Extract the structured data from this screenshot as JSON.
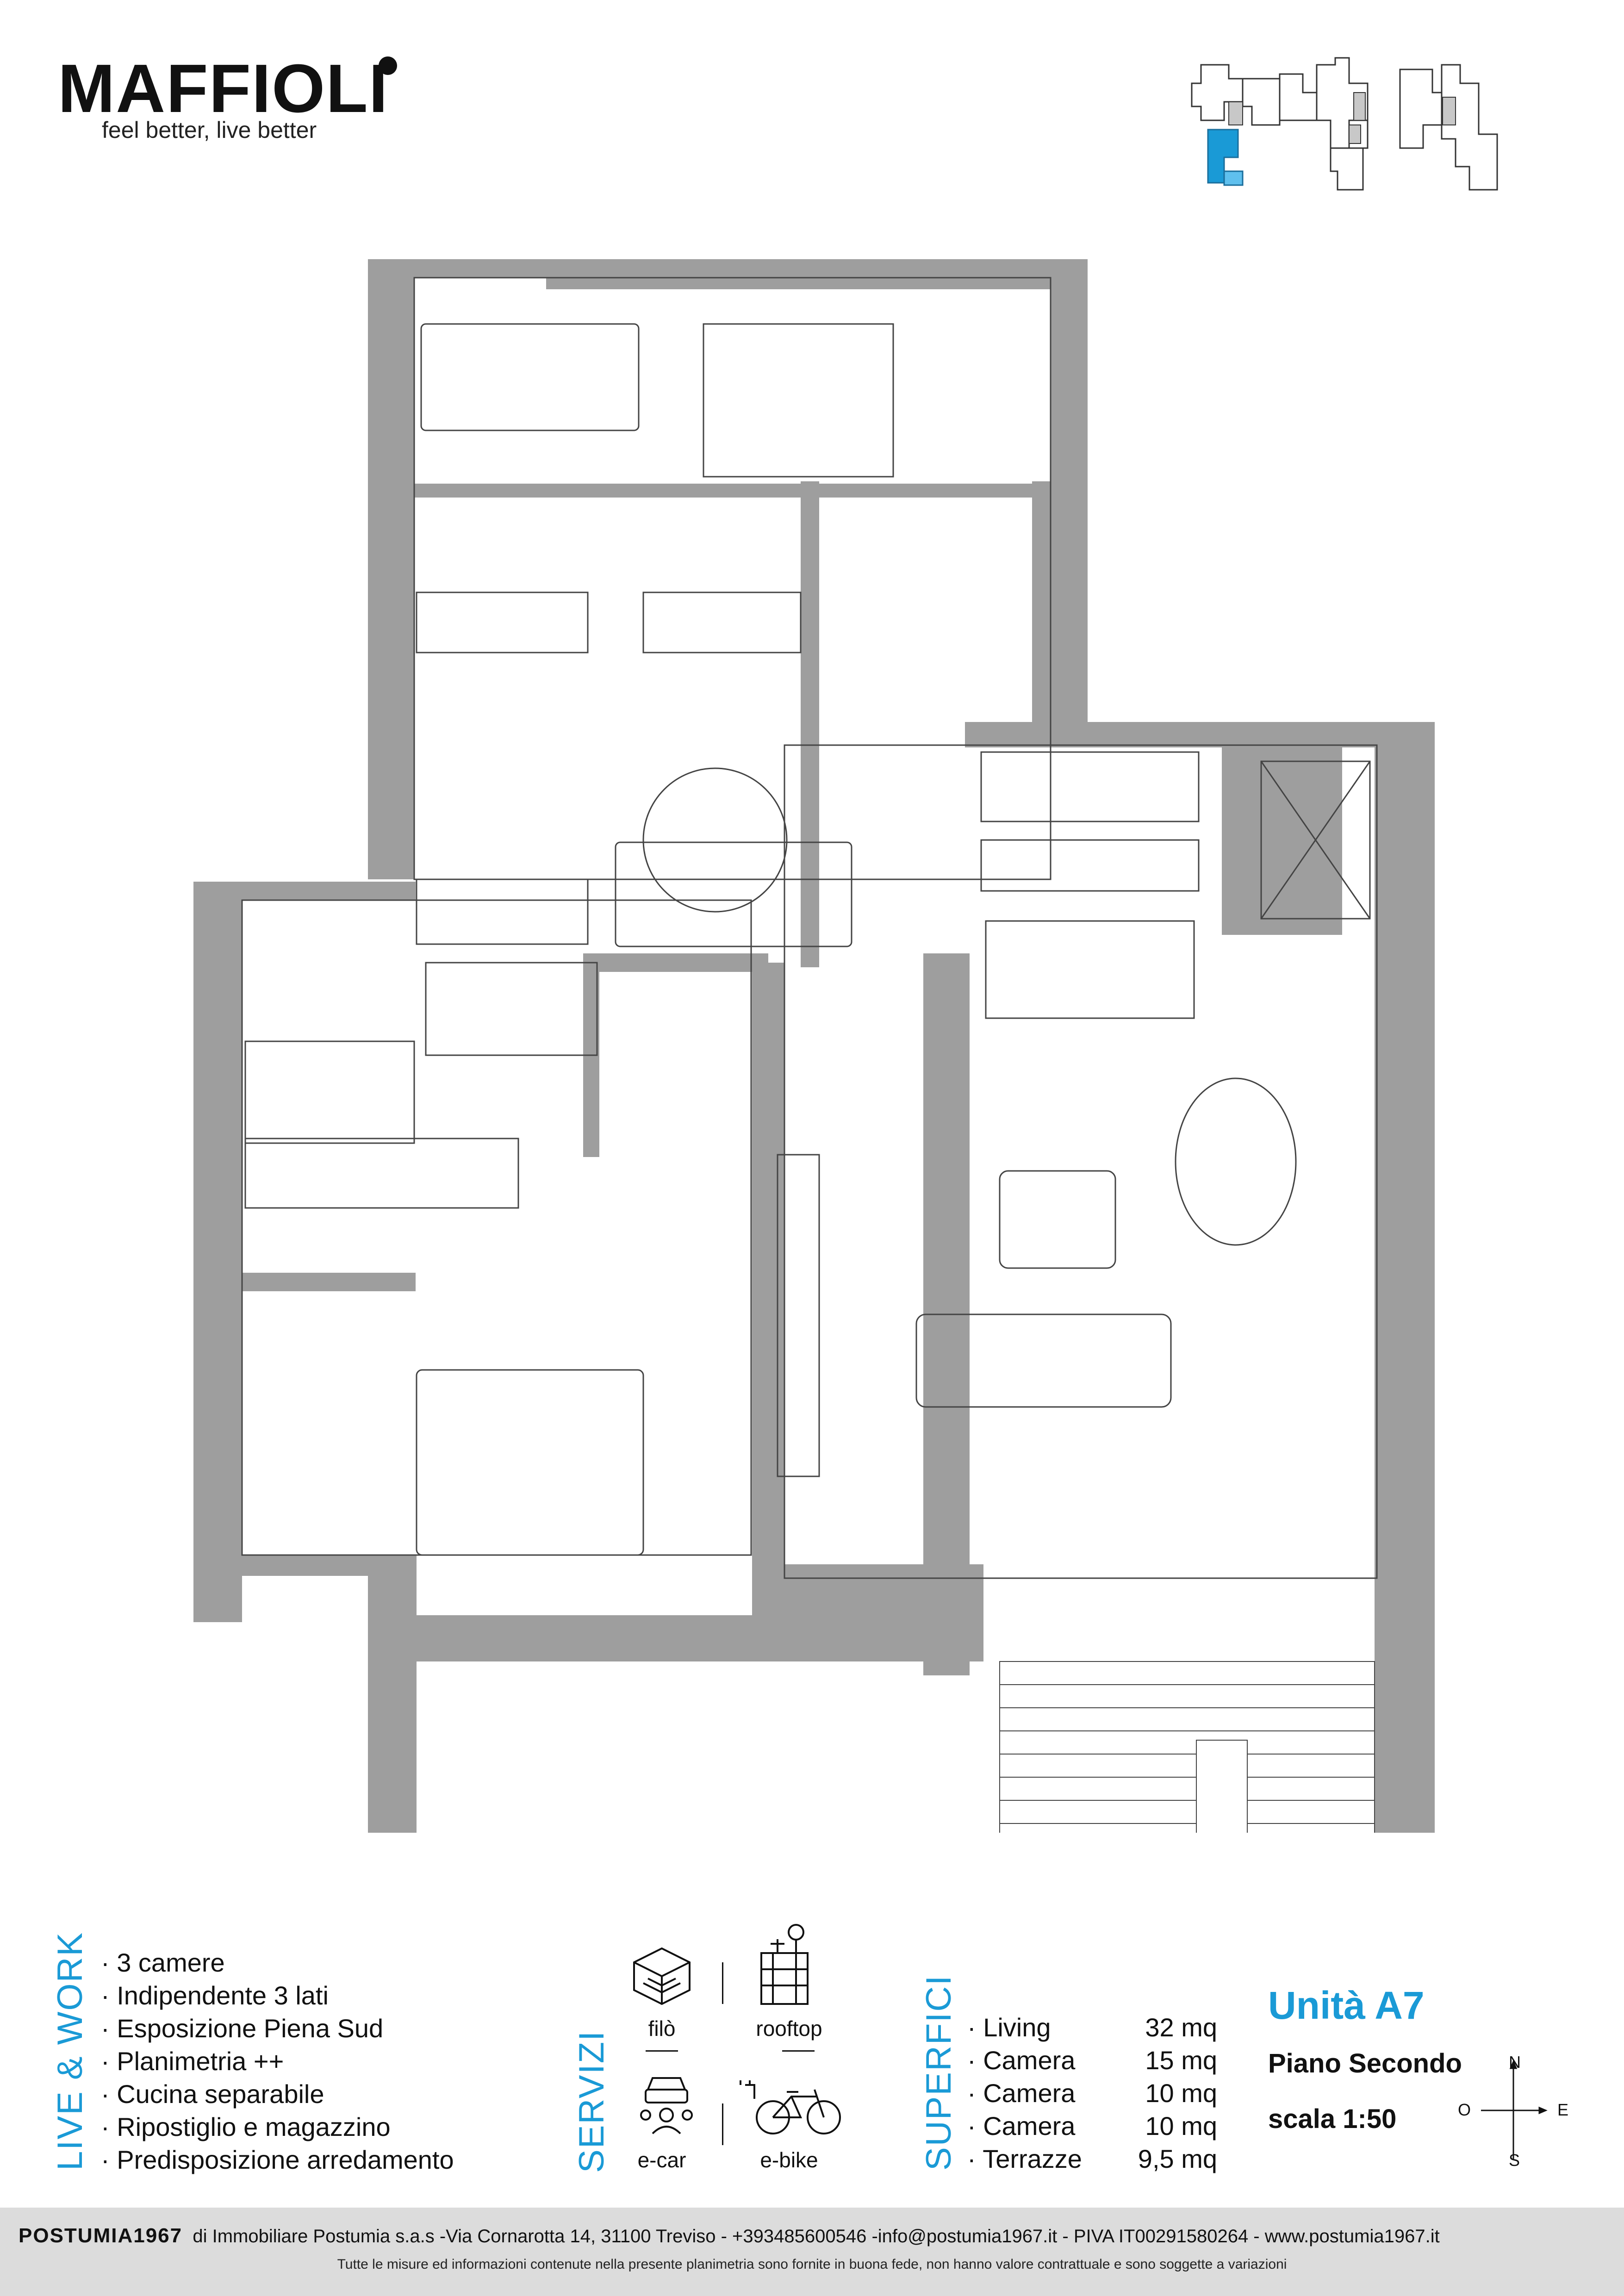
{
  "header": {
    "brand": "MAFFIOLI",
    "tagline": "feel better, live better"
  },
  "colors": {
    "accent": "#1a9ad6",
    "wall": "#9e9e9e",
    "footer_bg": "#dcdcdc",
    "selected_unit": "#1a9ad6"
  },
  "features": {
    "title": "LIVE & WORK",
    "items": [
      "3 camere",
      "Indipendente 3 lati",
      "Esposizione Piena Sud",
      "Planimetria ++",
      "Cucina separabile",
      "Ripostiglio e magazzino",
      "Predisposizione arredamento"
    ]
  },
  "services": {
    "title": "SERVIZI",
    "items": [
      {
        "label": "filò",
        "icon": "cube-grid-icon"
      },
      {
        "label": "rooftop",
        "icon": "rooftop-building-icon"
      },
      {
        "label": "e-car",
        "icon": "e-car-icon"
      },
      {
        "label": "e-bike",
        "icon": "e-bike-icon"
      }
    ]
  },
  "surfaces": {
    "title": "SUPERFICI",
    "rows": [
      {
        "name": "Living",
        "value": "32 mq"
      },
      {
        "name": "Camera",
        "value": "15 mq"
      },
      {
        "name": "Camera",
        "value": "10 mq"
      },
      {
        "name": "Camera",
        "value": "10 mq"
      },
      {
        "name": "Terrazze",
        "value": "9,5 mq"
      }
    ]
  },
  "unit": {
    "title": "Unità A7",
    "floor": "Piano Secondo",
    "scale": "scala 1:50"
  },
  "compass": {
    "n": "N",
    "s": "S",
    "e": "E",
    "o": "O"
  },
  "footer": {
    "brand": "POSTUMIA1967",
    "info": "di Immobiliare Postumia s.a.s -Via Cornarotta 14, 31100 Treviso - +393485600546 -info@postumia1967.it - PIVA IT00291580264 - www.postumia1967.it",
    "disclaimer": "Tutte le misure ed informazioni contenute nella presente planimetria sono fornite in buona fede, non hanno valore contrattuale e sono soggette a variazioni"
  }
}
